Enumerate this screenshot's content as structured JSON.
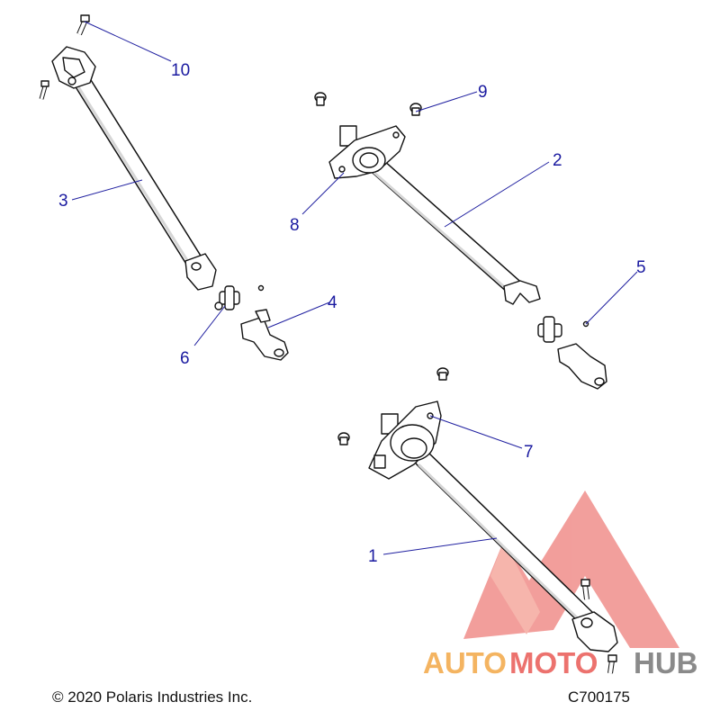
{
  "callouts": {
    "c1": "1",
    "c2": "2",
    "c3": "3",
    "c4": "4",
    "c5": "5",
    "c6": "6",
    "c7": "7",
    "c8": "8",
    "c9": "9",
    "c10": "10"
  },
  "footer": {
    "copyright": "© 2020 Polaris Industries Inc.",
    "code": "C700175"
  },
  "watermark": {
    "text_a": "AUTO",
    "text_b": "MOTO",
    "text_c": "HUB"
  },
  "colors": {
    "callout": "#1a1aa0",
    "watermark_red": "#e8504a",
    "watermark_orange": "#f2a23a",
    "watermark_grey": "#6e6e6e"
  }
}
